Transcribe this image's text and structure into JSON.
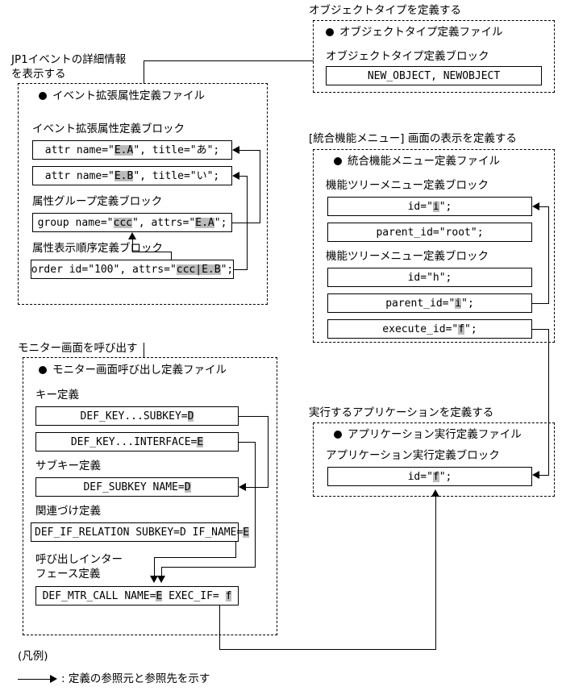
{
  "diagram": {
    "title_note": "JP1 definition file relationship diagram",
    "legend": {
      "header": "(凡例)",
      "arrow_desc": ": 定義の参照元と参照先を示す"
    }
  },
  "groups": {
    "event_attr": {
      "caption_line1": "JP1イベントの詳細情報",
      "caption_line2": "を表示する",
      "file_heading": "イベント拡張属性定義ファイル",
      "block1_label": "イベント拡張属性定義ブロック",
      "block2_label": "属性グループ定義ブロック",
      "block3_label": "属性表示順序定義ブロック",
      "rows": [
        {
          "pre": "attr name=\"",
          "hl": "E.A",
          "post": "\", title=\"あ\";"
        },
        {
          "pre": "attr name=\"",
          "hl": "E.B",
          "post": "\", title=\"い\";"
        },
        {
          "pre": "group name=\"",
          "hl": "ccc",
          "mid": "\", attrs=\"",
          "hl2": "E.A",
          "post": "\";"
        },
        {
          "pre": "order id=\"100\", attrs=\"",
          "hl": "ccc|E.B",
          "post": "\";"
        }
      ]
    },
    "object_type": {
      "caption": "オブジェクトタイプを定義する",
      "file_heading": "オブジェクトタイプ定義ファイル",
      "block_label": "オブジェクトタイプ定義ブロック",
      "row": "NEW_OBJECT, NEWOBJECT"
    },
    "menu": {
      "caption": "[統合機能メニュー] 画面の表示を定義する",
      "file_heading": "統合機能メニュー定義ファイル",
      "block1_label": "機能ツリーメニュー定義ブロック",
      "block2_label": "機能ツリーメニュー定義ブロック",
      "rows": [
        {
          "pre": "id=\"",
          "hl": "i",
          "post": "\";"
        },
        {
          "pre": "parent_id=\"root\";",
          "hl": "",
          "post": ""
        },
        {
          "pre": "id=\"h\";",
          "hl": "",
          "post": ""
        },
        {
          "pre": "parent_id=\"",
          "hl": "i",
          "post": "\";"
        },
        {
          "pre": "execute_id=\"",
          "hl": "f",
          "post": "\";"
        }
      ]
    },
    "monitor": {
      "caption": "モニター画面を呼び出す",
      "file_heading": "モニター画面呼び出し定義ファイル",
      "block1_label": "キー定義",
      "block2_label": "サブキー定義",
      "block3_label": "関連づけ定義",
      "block4_label_line1": "呼び出しインター",
      "block4_label_line2": "フェース定義",
      "rows": [
        {
          "pre": "DEF_KEY...SUBKEY=",
          "hl": "D",
          "post": ""
        },
        {
          "pre": "DEF_KEY...INTERFACE=",
          "hl": "E",
          "post": ""
        },
        {
          "pre": "DEF_SUBKEY NAME=",
          "hl": "D",
          "post": ""
        },
        {
          "pre": "DEF_IF_RELATION SUBKEY=D IF_NAME=",
          "hl": "E",
          "post": ""
        },
        {
          "pre": "DEF_MTR_CALL NAME=",
          "hl": "E",
          "mid": " EXEC_IF= ",
          "hl2": "f",
          "post": ""
        }
      ]
    },
    "app_exec": {
      "caption": "実行するアプリケーションを定義する",
      "file_heading": "アプリケーション実行定義ファイル",
      "block_label": "アプリケーション実行定義ブロック",
      "row": {
        "pre": "id=\"",
        "hl": "f",
        "post": "\";"
      }
    }
  },
  "colors": {
    "highlight": "#bbbbbb",
    "line": "#000000",
    "background": "#ffffff"
  }
}
